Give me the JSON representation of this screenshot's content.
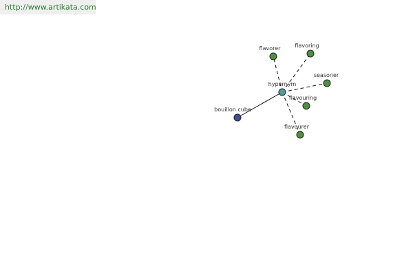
{
  "site_url": "http://www.artikata.com",
  "graph": {
    "center": {
      "id": "hypernym",
      "label": "hypernym",
      "color": "#4f9a9a"
    },
    "nodes": [
      {
        "id": "bouillon_cube",
        "label": "bouillon cube",
        "color": "#3f4f9a",
        "edge": "solid"
      },
      {
        "id": "flavorer",
        "label": "flavorer",
        "color": "#4f8f3f",
        "edge": "dashed"
      },
      {
        "id": "flavoring",
        "label": "flavoring",
        "color": "#4f8f3f",
        "edge": "dashed"
      },
      {
        "id": "seasoner",
        "label": "seasoner",
        "color": "#4f8f3f",
        "edge": "dashed"
      },
      {
        "id": "flavouring",
        "label": "flavouring",
        "color": "#4f8f3f",
        "edge": "dashed"
      },
      {
        "id": "flavourer",
        "label": "flavourer",
        "color": "#4f8f3f",
        "edge": "dashed"
      }
    ]
  }
}
